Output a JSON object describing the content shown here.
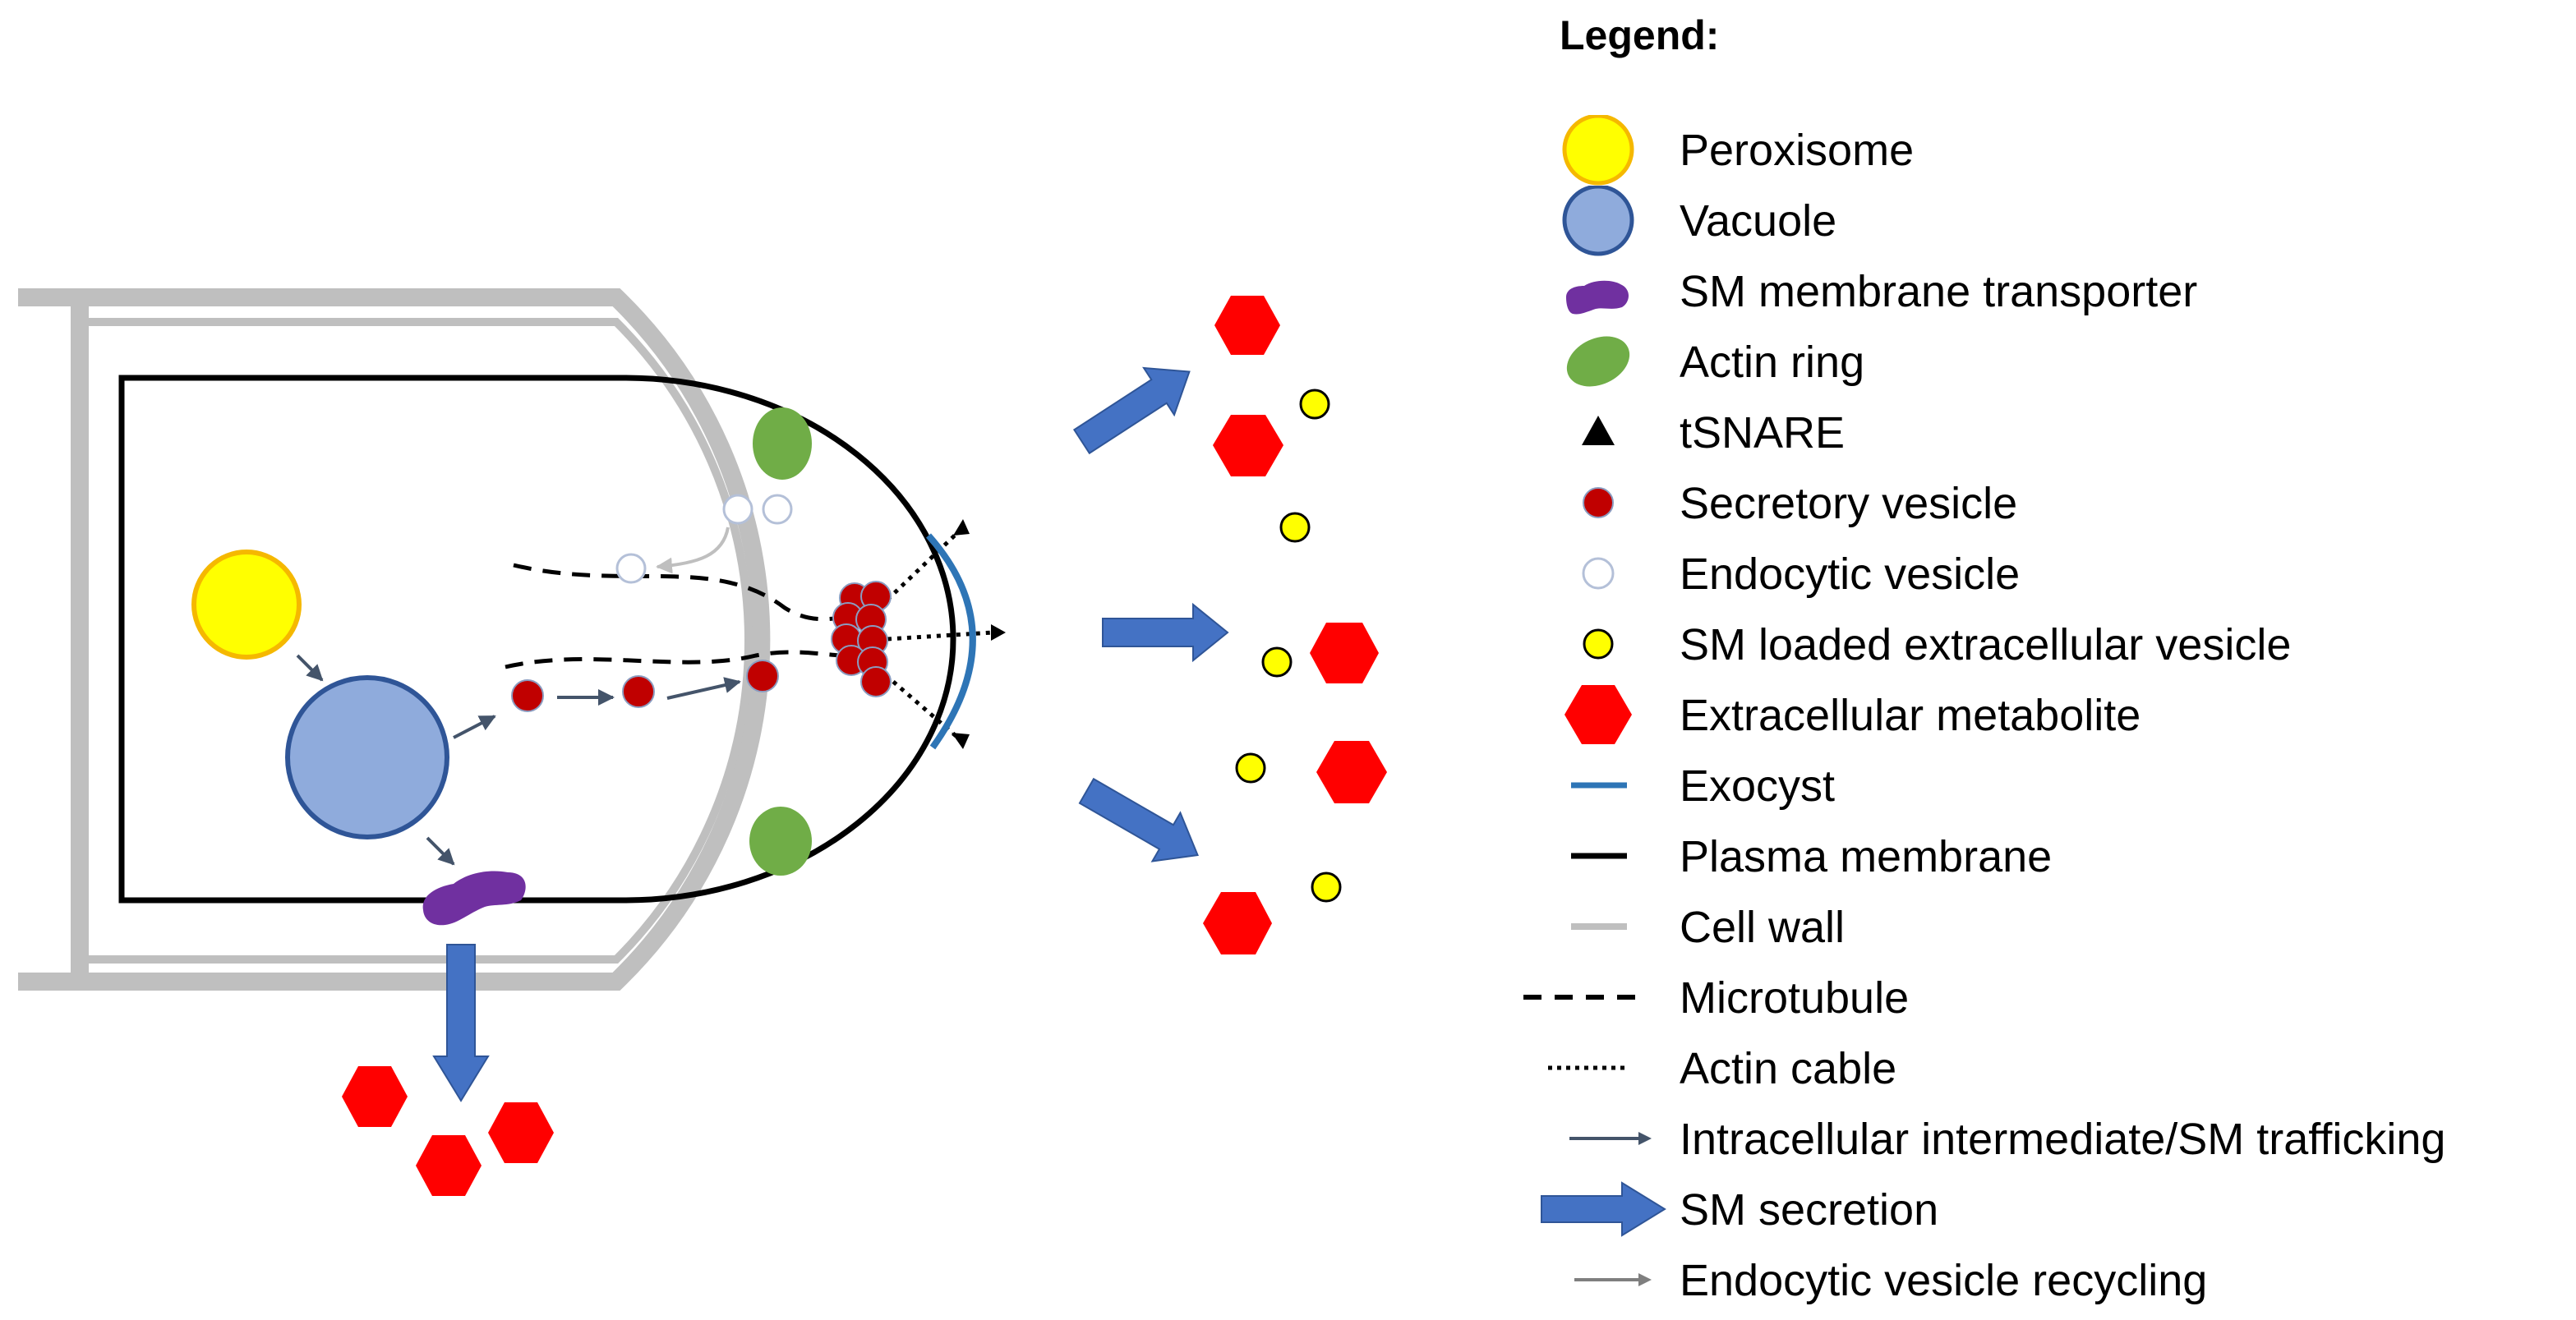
{
  "legend": {
    "title": "Legend:",
    "items": [
      {
        "id": "peroxisome",
        "label": "Peroxisome"
      },
      {
        "id": "vacuole",
        "label": "Vacuole"
      },
      {
        "id": "sm-membrane-transporter",
        "label": "SM membrane transporter"
      },
      {
        "id": "actin-ring",
        "label": "Actin ring"
      },
      {
        "id": "tsnare",
        "label": "tSNARE"
      },
      {
        "id": "secretory-vesicle",
        "label": "Secretory vesicle"
      },
      {
        "id": "endocytic-vesicle",
        "label": "Endocytic vesicle"
      },
      {
        "id": "sm-loaded-extracellular-vesicle",
        "label": "SM loaded extracellular vesicle"
      },
      {
        "id": "extracellular-metabolite",
        "label": "Extracellular metabolite"
      },
      {
        "id": "exocyst",
        "label": "Exocyst"
      },
      {
        "id": "plasma-membrane",
        "label": "Plasma membrane"
      },
      {
        "id": "cell-wall",
        "label": "Cell wall"
      },
      {
        "id": "microtubule",
        "label": "Microtubule"
      },
      {
        "id": "actin-cable",
        "label": "Actin cable"
      },
      {
        "id": "intracellular-trafficking",
        "label": "Intracellular intermediate/SM trafficking"
      },
      {
        "id": "sm-secretion",
        "label": "SM secretion"
      },
      {
        "id": "endocytic-vesicle-recycling",
        "label": "Endocytic vesicle recycling"
      }
    ]
  },
  "colors": {
    "peroxisome_fill": "#ffff00",
    "peroxisome_stroke": "#f5b800",
    "vacuole_fill": "#8fabdc",
    "vacuole_stroke": "#2f5597",
    "transporter": "#7030a0",
    "actin_ring": "#70ad47",
    "secretory_vesicle": "#c00000",
    "endocytic_vesicle_stroke": "#b4c0d8",
    "extracellular_vesicle_fill": "#ffff00",
    "metabolite": "#ff0000",
    "exocyst": "#2e75b6",
    "plasma_membrane": "#000000",
    "cell_wall": "#bfbfbf",
    "secretion_arrow": "#4472c4",
    "trafficking_arrow": "#44546a",
    "recycling_arrow": "#bfbfbf"
  }
}
